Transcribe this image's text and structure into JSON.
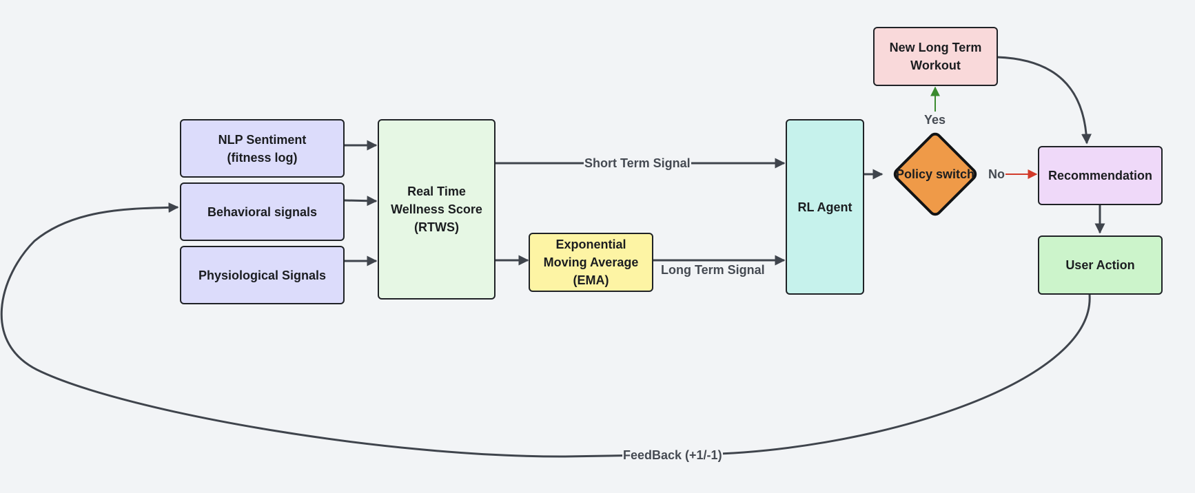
{
  "nodes": {
    "nlp": {
      "line1": "NLP Sentiment",
      "line2": "(fitness log)"
    },
    "behavioral": {
      "label": "Behavioral signals"
    },
    "physiological": {
      "label": "Physiological Signals"
    },
    "rtws": {
      "line1": "Real Time",
      "line2": "Wellness Score",
      "line3": "(RTWS)"
    },
    "ema": {
      "line1": "Exponential",
      "line2": "Moving Average",
      "line3": "(EMA)"
    },
    "rl_agent": {
      "label": "RL Agent"
    },
    "policy_switch": {
      "line1": "Policy",
      "line2": "switch"
    },
    "new_workout": {
      "line1": "New Long Term",
      "line2": "Workout"
    },
    "recommendation": {
      "label": "Recommendation"
    },
    "user_action": {
      "label": "User Action"
    }
  },
  "edges": {
    "short_term": "Short Term Signal",
    "long_term": "Long Term Signal",
    "yes": "Yes",
    "no": "No",
    "feedback": "FeedBack (+1/-1)"
  },
  "colors": {
    "input_fill": "#dcdcfb",
    "rtws_fill": "#e6f7e4",
    "ema_fill": "#fdf4a4",
    "agent_fill": "#c6f2ec",
    "decision_fill": "#ef9a48",
    "workout_fill": "#f9d9da",
    "recommendation_fill": "#efd9f9",
    "action_fill": "#ccf4cb",
    "yes_arrow": "#3a8a2e",
    "no_arrow": "#d23b2b",
    "edge": "#3f444c"
  }
}
